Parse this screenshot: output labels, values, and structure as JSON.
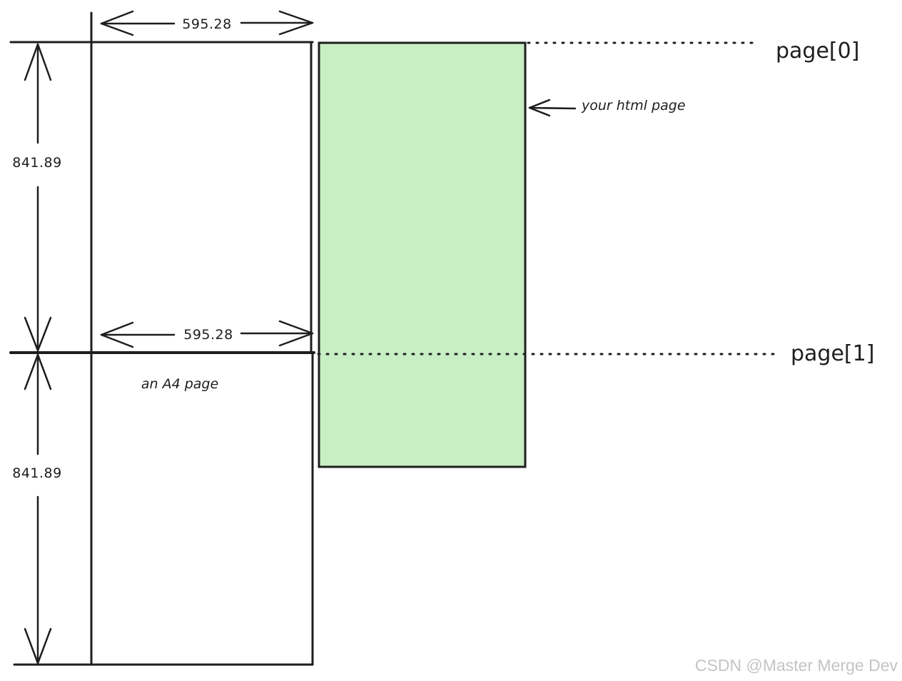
{
  "diagram": {
    "dims": {
      "width_top": "595.28",
      "width_mid": "595.28",
      "height_top": "841.89",
      "height_bottom": "841.89"
    },
    "labels": {
      "a4_page": "an A4 page",
      "html_page": "your html page",
      "page0": "page[0]",
      "page1": "page[1]"
    },
    "colors": {
      "ink": "#1e1e1e",
      "html_fill": "#c8eec3"
    }
  },
  "watermark": "CSDN @Master Merge Dev"
}
